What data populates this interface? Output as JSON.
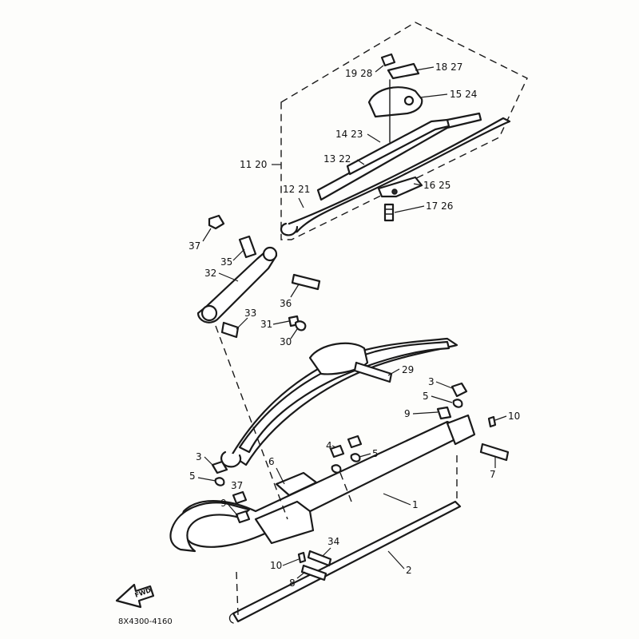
{
  "drawing_code": "8X4300-4160",
  "fwd_label": "FWD",
  "callouts": [
    {
      "id": "c1928",
      "text": "19 28"
    },
    {
      "id": "c1827",
      "text": "18 27"
    },
    {
      "id": "c1524",
      "text": "15 24"
    },
    {
      "id": "c1423",
      "text": "14 23"
    },
    {
      "id": "c1120",
      "text": "11 20"
    },
    {
      "id": "c1322",
      "text": "13 22"
    },
    {
      "id": "c1625",
      "text": "16 25"
    },
    {
      "id": "c1221",
      "text": "12 21"
    },
    {
      "id": "c1726",
      "text": "17 26"
    },
    {
      "id": "c37a",
      "text": "37"
    },
    {
      "id": "c35",
      "text": "35"
    },
    {
      "id": "c32",
      "text": "32"
    },
    {
      "id": "c36",
      "text": "36"
    },
    {
      "id": "c33",
      "text": "33"
    },
    {
      "id": "c31",
      "text": "31"
    },
    {
      "id": "c30",
      "text": "30"
    },
    {
      "id": "c29",
      "text": "29"
    },
    {
      "id": "c3a",
      "text": "3"
    },
    {
      "id": "c5a",
      "text": "5"
    },
    {
      "id": "c9a",
      "text": "9"
    },
    {
      "id": "c10a",
      "text": "10"
    },
    {
      "id": "c4",
      "text": "4"
    },
    {
      "id": "c5b",
      "text": "5"
    },
    {
      "id": "c7",
      "text": "7"
    },
    {
      "id": "c3b",
      "text": "3"
    },
    {
      "id": "c6",
      "text": "6"
    },
    {
      "id": "c5c",
      "text": "5"
    },
    {
      "id": "c37b",
      "text": "37"
    },
    {
      "id": "c9b",
      "text": "9"
    },
    {
      "id": "c1",
      "text": "1"
    },
    {
      "id": "c34",
      "text": "34"
    },
    {
      "id": "c10b",
      "text": "10"
    },
    {
      "id": "c8",
      "text": "8"
    },
    {
      "id": "c2",
      "text": "2"
    }
  ]
}
